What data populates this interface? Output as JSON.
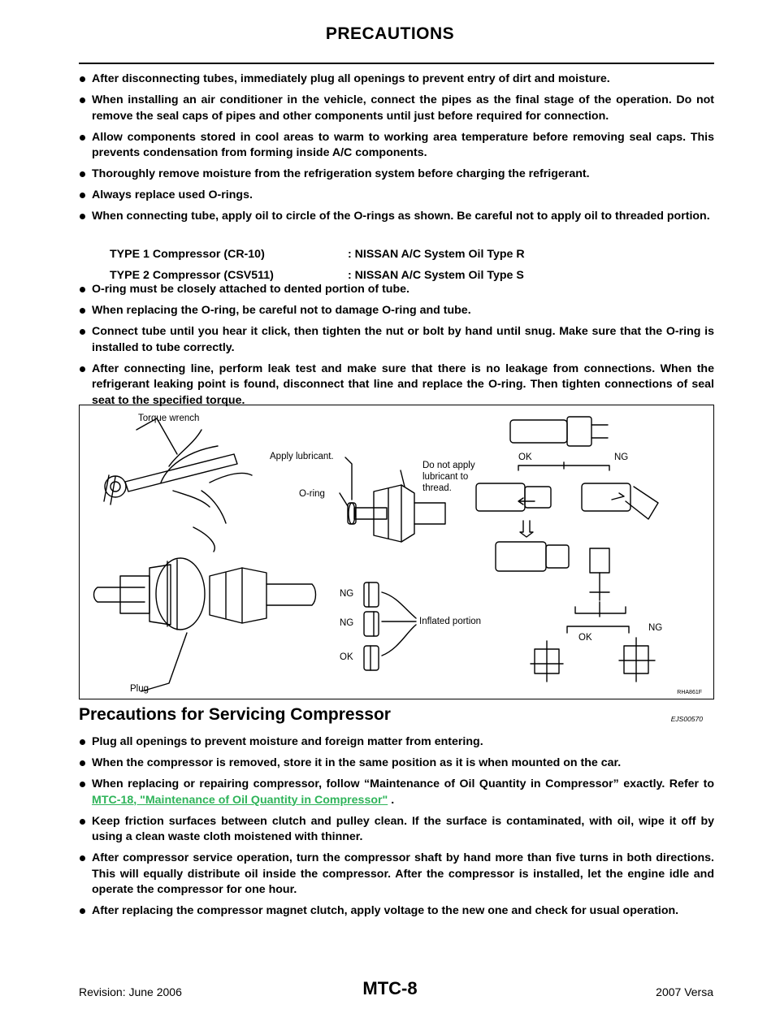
{
  "header": {
    "title": "PRECAUTIONS"
  },
  "bullets_1": [
    "After disconnecting tubes, immediately plug all openings to prevent entry of dirt and moisture.",
    "When installing an air conditioner in the vehicle, connect the pipes as the final stage of the operation. Do not remove the seal caps of pipes and other components until just before required for connection.",
    "Allow components stored in cool areas to warm to working area temperature before removing seal caps. This prevents condensation from forming inside A/C components.",
    "Thoroughly remove moisture from the refrigeration system before charging the refrigerant.",
    "Always replace used O-rings.",
    "When connecting tube, apply oil to circle of the O-rings as shown. Be careful not to apply oil to threaded portion."
  ],
  "oil_table": [
    {
      "compressor": "TYPE 1 Compressor (CR-10)",
      "oil": ": NISSAN A/C System Oil Type R"
    },
    {
      "compressor": "TYPE 2 Compressor (CSV511)",
      "oil": ": NISSAN A/C System Oil Type S"
    }
  ],
  "bullets_2": [
    "O-ring must be closely attached to dented portion of tube.",
    "When replacing the O-ring, be careful not to damage O-ring and tube.",
    "Connect tube until you hear it click, then tighten the nut or bolt by hand until snug. Make sure that the O-ring is installed to tube correctly.",
    "After connecting line, perform leak test and make sure that there is no leakage from connections. When the refrigerant leaking point is found, disconnect that line and replace the O-ring. Then tighten connections of seal seat to the specified torque."
  ],
  "figure": {
    "torque_wrench": "Torque wrench",
    "apply_lubricant": "Apply lubricant.",
    "do_not_apply": [
      "Do not apply",
      "lubricant to",
      "thread."
    ],
    "o_ring": "O-ring",
    "ok": "OK",
    "ng": "NG",
    "inflated_portion": "Inflated portion",
    "plug": "Plug",
    "code": "RHA861F"
  },
  "section": {
    "heading": "Precautions for Servicing Compressor",
    "code": "EJS00570"
  },
  "bullets_3": [
    "Plug all openings to prevent moisture and foreign matter from entering.",
    "When the compressor is removed, store it in the same position as it is when mounted on the car."
  ],
  "bullet_xref": {
    "before": "When replacing or repairing compressor, follow “Maintenance of Oil Quantity in Compressor” exactly. Refer to ",
    "link": "MTC-18, \"Maintenance of Oil Quantity in Compressor\"",
    "after": " ."
  },
  "bullets_4": [
    "Keep friction surfaces between clutch and pulley clean. If the surface is contaminated, with oil, wipe it off by using a clean waste cloth moistened with thinner.",
    "After compressor service operation, turn the compressor shaft by hand more than five turns in both directions. This will equally distribute oil inside the compressor. After the compressor is installed, let the engine idle and operate the compressor for one hour.",
    "After replacing the compressor magnet clutch, apply voltage to the new one and check for usual operation."
  ],
  "footer": {
    "revision": "Revision: June 2006",
    "page": "MTC-8",
    "model": "2007 Versa"
  }
}
